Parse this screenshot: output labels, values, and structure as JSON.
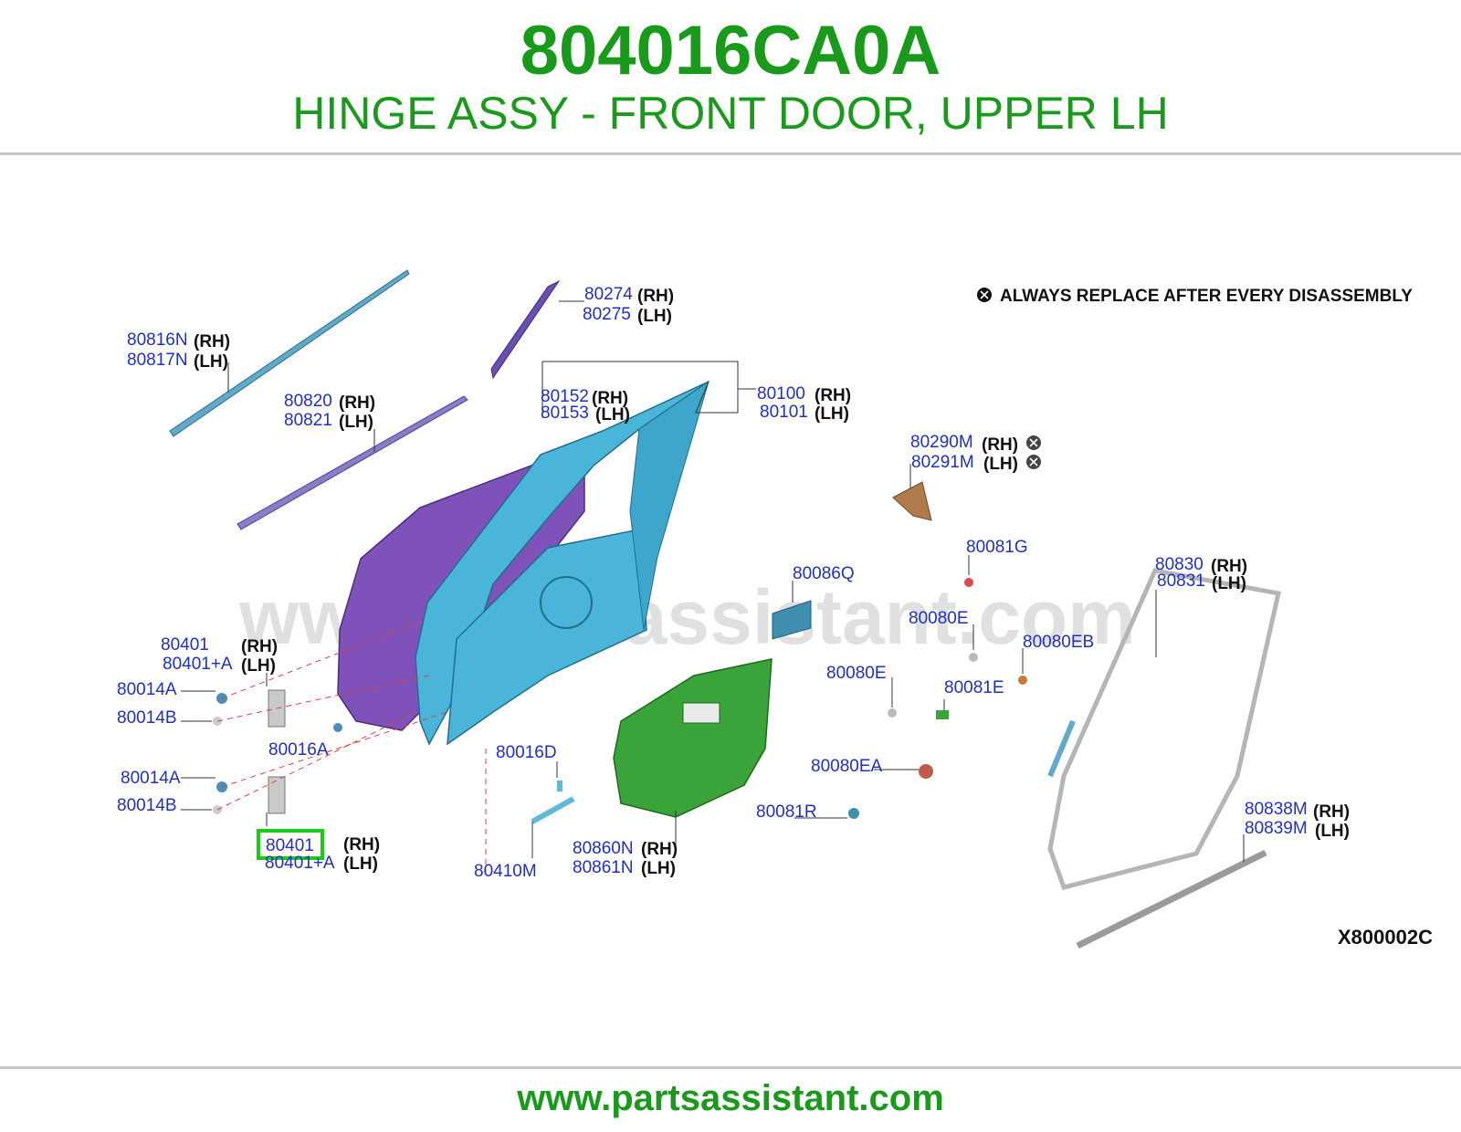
{
  "header": {
    "part_number": "804016CA0A",
    "part_name": "HINGE ASSY - FRONT DOOR, UPPER LH"
  },
  "diagram": {
    "note": "ALWAYS REPLACE AFTER EVERY DISASSEMBLY",
    "diagram_code": "X800002C",
    "watermark": "www.partsassistant.com",
    "highlighted_part": "80401",
    "labels": [
      {
        "id": "l1",
        "code": "80816N",
        "side": "(RH)"
      },
      {
        "id": "l2",
        "code": "80817N",
        "side": "(LH)"
      },
      {
        "id": "l3",
        "code": "80274",
        "side": "(RH)"
      },
      {
        "id": "l4",
        "code": "80275",
        "side": "(LH)"
      },
      {
        "id": "l5",
        "code": "80820",
        "side": "(RH)"
      },
      {
        "id": "l6",
        "code": "80821",
        "side": "(LH)"
      },
      {
        "id": "l7",
        "code": "80152",
        "side": "(RH)"
      },
      {
        "id": "l8",
        "code": "80153",
        "side": "(LH)"
      },
      {
        "id": "l9",
        "code": "80100",
        "side": "(RH)"
      },
      {
        "id": "l10",
        "code": "80101",
        "side": "(LH)"
      },
      {
        "id": "l11",
        "code": "80290M",
        "side": "(RH)"
      },
      {
        "id": "l12",
        "code": "80291M",
        "side": "(LH)"
      },
      {
        "id": "l13",
        "code": "80081G",
        "side": ""
      },
      {
        "id": "l14",
        "code": "80086Q",
        "side": ""
      },
      {
        "id": "l15",
        "code": "80830",
        "side": "(RH)"
      },
      {
        "id": "l16",
        "code": "80831",
        "side": "(LH)"
      },
      {
        "id": "l17",
        "code": "80080E",
        "side": ""
      },
      {
        "id": "l18",
        "code": "80080EB",
        "side": ""
      },
      {
        "id": "l19",
        "code": "80401",
        "side": "(RH)"
      },
      {
        "id": "l20",
        "code": "80401+A",
        "side": "(LH)"
      },
      {
        "id": "l21",
        "code": "80014A",
        "side": ""
      },
      {
        "id": "l22",
        "code": "80014B",
        "side": ""
      },
      {
        "id": "l23",
        "code": "80016A",
        "side": ""
      },
      {
        "id": "l24",
        "code": "80080E",
        "side": ""
      },
      {
        "id": "l25",
        "code": "80081E",
        "side": ""
      },
      {
        "id": "l26",
        "code": "80016D",
        "side": ""
      },
      {
        "id": "l27",
        "code": "80014A",
        "side": ""
      },
      {
        "id": "l28",
        "code": "80014B",
        "side": ""
      },
      {
        "id": "l29",
        "code": "80080EA",
        "side": ""
      },
      {
        "id": "l30",
        "code": "80081R",
        "side": ""
      },
      {
        "id": "l31",
        "code": "80838M",
        "side": "(RH)"
      },
      {
        "id": "l32",
        "code": "80839M",
        "side": "(LH)"
      },
      {
        "id": "l33",
        "code": "80401",
        "side": "(RH)"
      },
      {
        "id": "l34",
        "code": "80401+A",
        "side": "(LH)"
      },
      {
        "id": "l35",
        "code": "80860N",
        "side": "(RH)"
      },
      {
        "id": "l36",
        "code": "80861N",
        "side": "(LH)"
      },
      {
        "id": "l37",
        "code": "80410M",
        "side": ""
      }
    ]
  },
  "footer": {
    "url": "www.partsassistant.com"
  }
}
